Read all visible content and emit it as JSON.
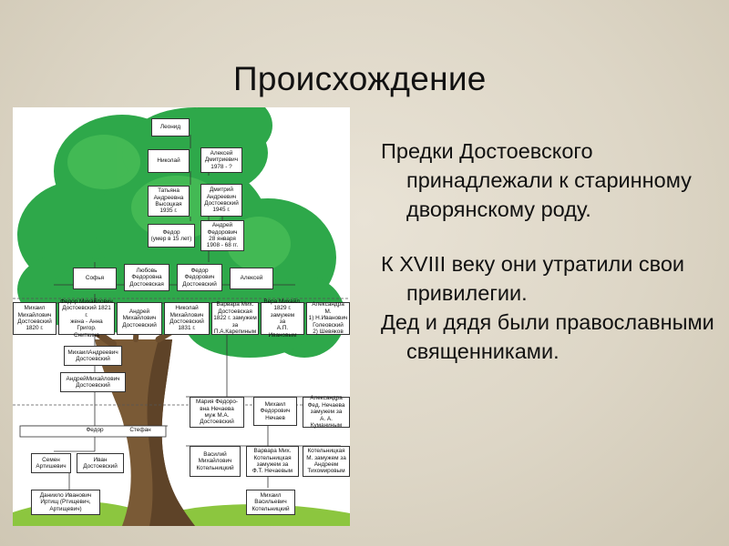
{
  "slide": {
    "title": "Происхождение"
  },
  "bullets": [
    "Предки Достоевского принадлежали к старинному дворянскому роду.",
    "К XVIII веку они утратили свои привилегии.",
    "Дед и дядя были православными священниками."
  ],
  "tree": {
    "nodes": [
      {
        "id": "leonid",
        "text": "Леонид"
      },
      {
        "id": "nikolay",
        "text": "Николай"
      },
      {
        "id": "aleksey-dm",
        "text": "Алексей\nДмитриевич\n1978 - ?"
      },
      {
        "id": "tatyana",
        "text": "Татьяна\nАндреевна\nВысоцкая\n1935 г."
      },
      {
        "id": "dmitriy",
        "text": "Дмитрий\nАндреевич\nДостоевский\n1945 г."
      },
      {
        "id": "fedor-a",
        "text": "Федор\n(умер в 15 лет)"
      },
      {
        "id": "andrey-f",
        "text": "Андрей\nФедорович\n28 января\n1908 - 68 гг."
      },
      {
        "id": "sofya",
        "text": "Софья"
      },
      {
        "id": "lyubov",
        "text": "Любовь\nФедоровна\nДостоевская"
      },
      {
        "id": "fedor-f",
        "text": "Федор\nФедорович\nДостоевский"
      },
      {
        "id": "aleksey",
        "text": "Алексей"
      },
      {
        "id": "mikhail-m",
        "text": "Михаил\nМихайлович\nДостоевский\n1820 г."
      },
      {
        "id": "fedor-m",
        "text": "Федор Михайлович\nДостоевский 1821 г.\nжена - Анна Григор.\nСниткина"
      },
      {
        "id": "andrey-m",
        "text": "Андрей\nМихайлович\nДостоевский"
      },
      {
        "id": "nikolay-m",
        "text": "Николай\nМихайлович\nДостоевский\n1831 г."
      },
      {
        "id": "varvara-m",
        "text": "Варвара Мих.\nДостоевская\n1822 г. замужем\nза П.А.Карепиным"
      },
      {
        "id": "vera-m",
        "text": "Вера Михайл.\n1829 г. замужем\nза\nА.П. Ивановым"
      },
      {
        "id": "aleksandra-m",
        "text": "Александра М.\n1) Н.Иванович\nГолеовский\n2) Шевяков"
      },
      {
        "id": "mikhail-a",
        "text": "МихаилАндреевич\nДостоевский"
      },
      {
        "id": "andrey-mi",
        "text": "АндрейМихайлович\nДостоевский"
      },
      {
        "id": "mariya-f",
        "text": "Мария Федоро-\nвна Нечаева\nмуж М.А.\nДостоевский"
      },
      {
        "id": "mikhail-f",
        "text": "Михаил\nФедорович\nНечаев"
      },
      {
        "id": "aleksandra-f",
        "text": "Александра\nФед. Нечаева\nзамужем за\nА. А. Куманиным"
      },
      {
        "id": "semen",
        "text": "Семен\nАртишевич"
      },
      {
        "id": "ivan",
        "text": "Иван\nДостоевский"
      },
      {
        "id": "vasiliy",
        "text": "Василий\nМихайлович\nКотельницкий"
      },
      {
        "id": "varvara-n",
        "text": "Варвара Мих.\nКотельницкая\nзамужем за\nФ.Т. Нечаевым"
      },
      {
        "id": "kotelnitskaya",
        "text": "Котельницкая\nМ. замужем за\nАндреем\nТихомировым"
      },
      {
        "id": "daniil",
        "text": "Даниило Иванович\nИртищ (Ртищевич,\nАртищевич)"
      },
      {
        "id": "mikhail-v",
        "text": "Михаил\nВасильевич\nКотельницкий"
      }
    ],
    "labels": {
      "fedor": "Федор",
      "stefan": "Стефан"
    }
  }
}
